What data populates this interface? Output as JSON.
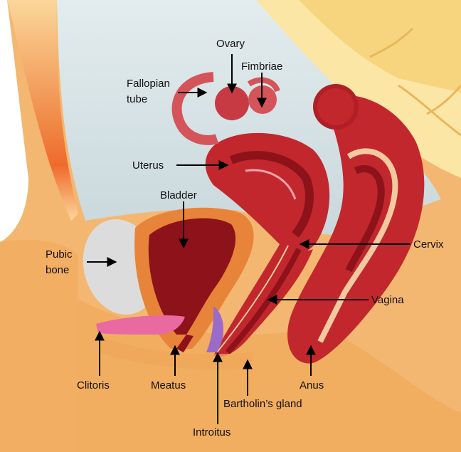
{
  "labels": {
    "ovary": "Ovary",
    "fimbriae": "Fimbriae",
    "fallopian_tube_line1": "Fallopian",
    "fallopian_tube_line2": "tube",
    "uterus": "Uterus",
    "bladder": "Bladder",
    "pubic_bone_line1": "Pubic",
    "pubic_bone_line2": "bone",
    "cervix": "Cervix",
    "vagina": "Vagina",
    "clitoris": "Clitoris",
    "meatus": "Meatus",
    "anus": "Anus",
    "bartholins_gland": "Bartholin’s gland",
    "introitus": "Introitus"
  },
  "colors": {
    "background": "#ffffff",
    "skin": "#f4b771",
    "skin_light": "#fbd79a",
    "pelvic_cavity": "#d9e4e6",
    "spine": "#fbe6a6",
    "muscle_red": "#c1272d",
    "muscle_dark": "#8e1219",
    "bladder_orange": "#e8843a",
    "bone_grey": "#dcdcdc",
    "pink": "#e86aa0",
    "purple": "#9b6bc9",
    "arrow": "#000000"
  }
}
